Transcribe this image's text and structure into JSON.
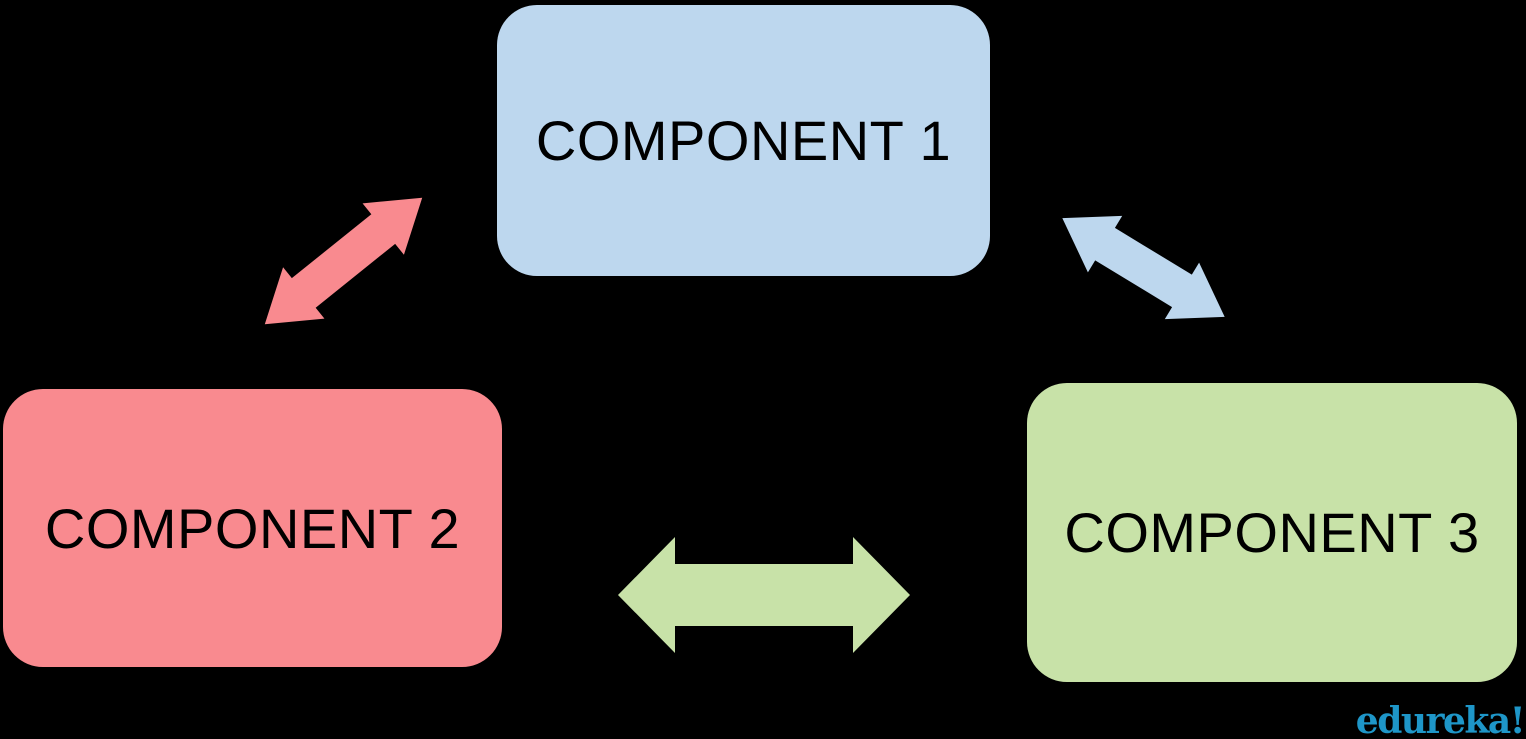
{
  "background_color": "#000000",
  "diagram": {
    "nodes": [
      {
        "id": "component-1",
        "label": "COMPONENT 1",
        "color": "#bdd7ee",
        "position": "top-center"
      },
      {
        "id": "component-2",
        "label": "COMPONENT 2",
        "color": "#f98a8f",
        "position": "bottom-left"
      },
      {
        "id": "component-3",
        "label": "COMPONENT 3",
        "color": "#c8e2a8",
        "position": "bottom-right"
      }
    ],
    "connectors": [
      {
        "id": "arrow-1-2",
        "type": "double-headed-arrow",
        "color": "#f98a8f",
        "connects": "component-1 and component-2",
        "orientation": "diagonal"
      },
      {
        "id": "arrow-1-3",
        "type": "double-headed-arrow",
        "color": "#bdd7ee",
        "connects": "component-1 and component-3",
        "orientation": "diagonal"
      },
      {
        "id": "arrow-2-3",
        "type": "double-headed-arrow",
        "color": "#c8e2a8",
        "connects": "component-2 and component-3",
        "orientation": "horizontal"
      }
    ]
  },
  "watermark": {
    "text": "edureka!",
    "color": "#1e96c8"
  }
}
